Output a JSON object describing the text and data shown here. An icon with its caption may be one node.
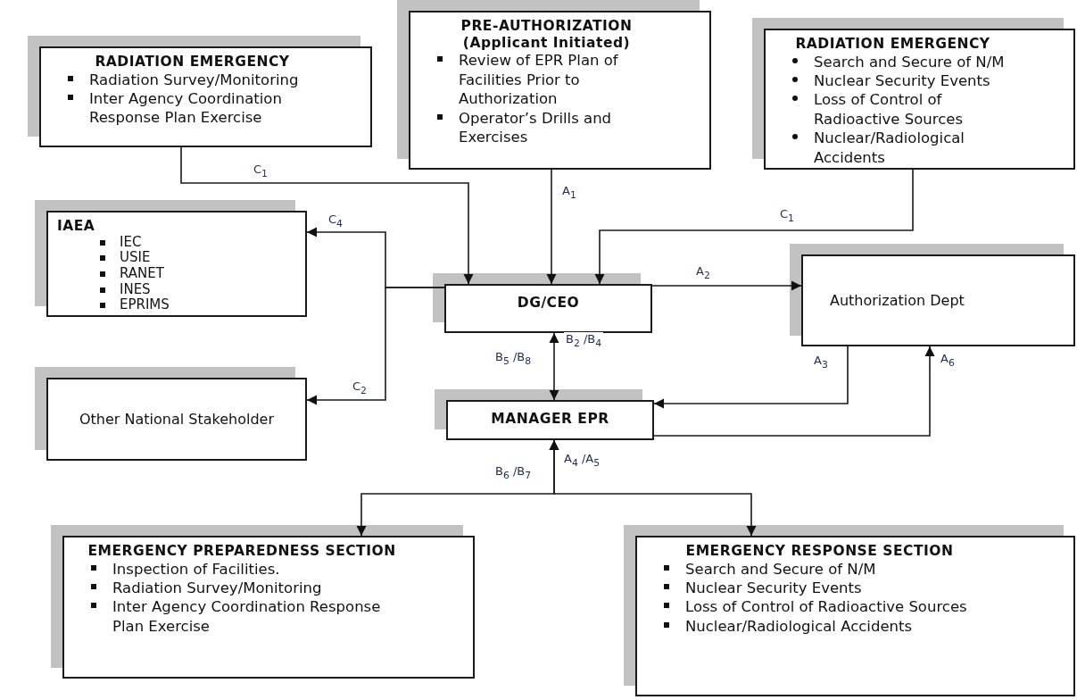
{
  "diagram": {
    "nodes": [
      {
        "text": [
          "RADIATION EMERGENCY",
          "Radiation Survey/Monitoring",
          "Inter Agency Coordination Response Plan Exercise"
        ]
      },
      {
        "text": [
          "PRE-AUTHORIZATION",
          "(Applicant Initiated)",
          "Review of EPR Plan of Facilities Prior to Authorization",
          "Operator’s Drills and Exercises"
        ]
      },
      {
        "text": [
          "RADIATION EMERGENCY",
          "Search and Secure of N/M",
          "Nuclear Security Events",
          "Loss of Control of Radioactive Sources",
          "Nuclear/Radiological Accidents"
        ]
      },
      {
        "text": [
          "IAEA",
          "IEC",
          "USIE",
          "RANET",
          "INES",
          "EPRIMS"
        ]
      },
      {
        "text": [
          "Other National Stakeholder"
        ]
      },
      {
        "text": [
          "DG/CEO"
        ]
      },
      {
        "text": [
          "Authorization Dept"
        ]
      },
      {
        "text": [
          "MANAGER EPR"
        ]
      },
      {
        "text": [
          "EMERGENCY PREPAREDNESS SECTION",
          "Inspection of Facilities.",
          "Radiation Survey/Monitoring",
          "Inter Agency Coordination Response Plan Exercise"
        ]
      },
      {
        "text": [
          "EMERGENCY RESPONSE SECTION",
          "Search and Secure of N/M",
          "Nuclear Security Events",
          "Loss of Control of Radioactive Sources",
          "Nuclear/Radiological Accidents"
        ]
      }
    ],
    "edges": [
      {
        "from": 0,
        "to": 5,
        "arrow": "to",
        "label": "C$_{1}$"
      },
      {
        "from": 1,
        "to": 5,
        "arrow": "to",
        "label": "A$_{1}$"
      },
      {
        "from": 2,
        "to": 5,
        "arrow": "to",
        "label": "C$_{1}$"
      },
      {
        "from": 5,
        "to": 3,
        "arrow": "to",
        "label": "C$_{4}$"
      },
      {
        "from": 5,
        "to": 4,
        "arrow": "to",
        "label": "C$_{2}$"
      },
      {
        "from": 5,
        "to": 6,
        "arrow": "to",
        "label": "A$_{2}$"
      },
      {
        "from": 5,
        "to": 7,
        "arrow": "both",
        "label": "B$_{5}$ /B$_{8}$"
      },
      {
        "from": 6,
        "to": 7,
        "arrow": "to",
        "label": "A$_{3}$"
      },
      {
        "from": 7,
        "to": 6,
        "arrow": "to",
        "label": "A$_{6}$"
      },
      {
        "from": 7,
        "to": 8,
        "arrow": "both",
        "label": "B$_{6}$ /B$_{7}$"
      },
      {
        "from": 7,
        "to": 9,
        "arrow": "both",
        "label": "A$_{4}$ /A$_{5}$"
      }
    ],
    "labels": [
      "B$_{2}$ /B$_{4}$"
    ]
  }
}
